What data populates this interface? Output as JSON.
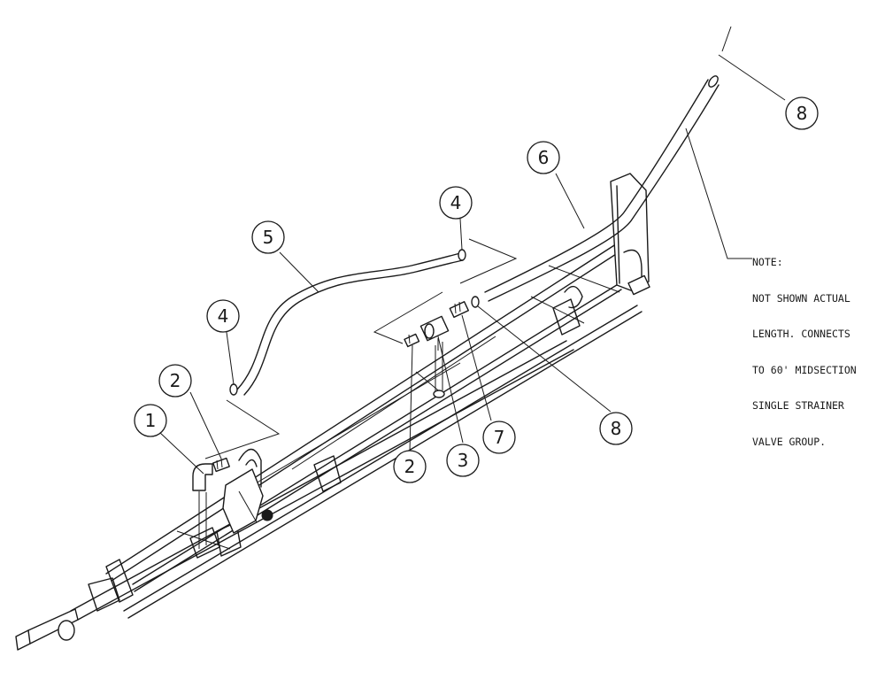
{
  "callouts": [
    {
      "id": "c1",
      "label": "1",
      "part": "elbow-fitting"
    },
    {
      "id": "c2a",
      "label": "2",
      "part": "hose-barb-fitting"
    },
    {
      "id": "c2b",
      "label": "2",
      "part": "hose-barb-fitting"
    },
    {
      "id": "c3",
      "label": "3",
      "part": "tee-fitting"
    },
    {
      "id": "c4a",
      "label": "4",
      "part": "hose-clamp"
    },
    {
      "id": "c4b",
      "label": "4",
      "part": "hose-clamp"
    },
    {
      "id": "c5",
      "label": "5",
      "part": "hose"
    },
    {
      "id": "c6",
      "label": "6",
      "part": "hose"
    },
    {
      "id": "c7",
      "label": "7",
      "part": "hose-barb-fitting"
    },
    {
      "id": "c8a",
      "label": "8",
      "part": "hose-clamp"
    },
    {
      "id": "c8b",
      "label": "8",
      "part": "hose-clamp"
    }
  ],
  "note": {
    "lines": [
      "NOTE:",
      "NOT SHOWN ACTUAL",
      "LENGTH. CONNECTS",
      "TO 60' MIDSECTION",
      "SINGLE STRAINER",
      "VALVE GROUP."
    ]
  }
}
